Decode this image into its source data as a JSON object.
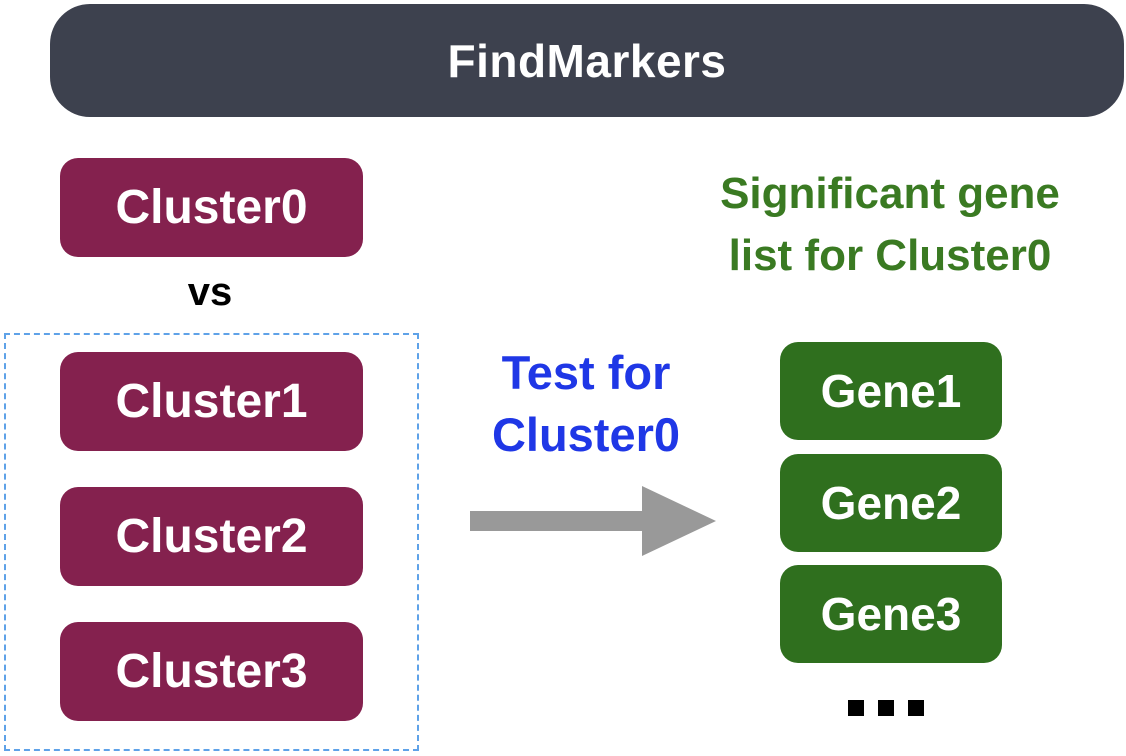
{
  "header": {
    "title": "FindMarkers"
  },
  "clusters": {
    "reference": "Cluster0",
    "vs_label": "vs",
    "others": [
      "Cluster1",
      "Cluster2",
      "Cluster3"
    ]
  },
  "test": {
    "line1": "Test for",
    "line2": "Cluster0"
  },
  "result": {
    "title_line1": "Significant gene",
    "title_line2": "list for Cluster0",
    "genes": [
      "Gene1",
      "Gene2",
      "Gene3"
    ],
    "more_indicator": "..."
  },
  "colors": {
    "header_bg": "#3d414e",
    "cluster_bg": "#84214e",
    "gene_bg": "#2f6f1e",
    "test_text": "#1f37e6",
    "significant_text": "#3a7a22",
    "arrow": "#999999",
    "dashed_border": "#5ea2e8"
  }
}
